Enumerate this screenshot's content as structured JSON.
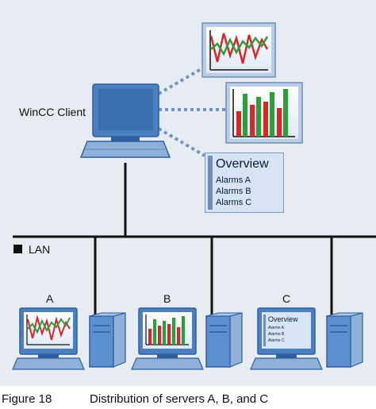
{
  "client": {
    "label": "WinCC Client"
  },
  "network": {
    "label": "LAN"
  },
  "servers": [
    {
      "id": "A",
      "label": "A"
    },
    {
      "id": "B",
      "label": "B"
    },
    {
      "id": "C",
      "label": "C"
    }
  ],
  "overview": {
    "title": "Overview",
    "items": [
      "Alarms A",
      "Alarms B",
      "Alarms C"
    ]
  },
  "caption": {
    "figure": "Figure 18",
    "text": "Distribution of servers A, B, and C"
  },
  "colors": {
    "monitor_body": "#4a7fc0",
    "monitor_dark": "#2f5f9c",
    "keyboard": "#8fb0d8",
    "tower": "#5b8fcf",
    "line": "#111111",
    "dotted": "#6f96c6",
    "trend_red": "#d62828",
    "trend_green": "#2e9e3b"
  },
  "icons": [
    "client-monitor-icon",
    "server-monitor-icon",
    "server-tower-icon",
    "trend-chart-icon",
    "bar-chart-icon",
    "lan-square-icon"
  ]
}
